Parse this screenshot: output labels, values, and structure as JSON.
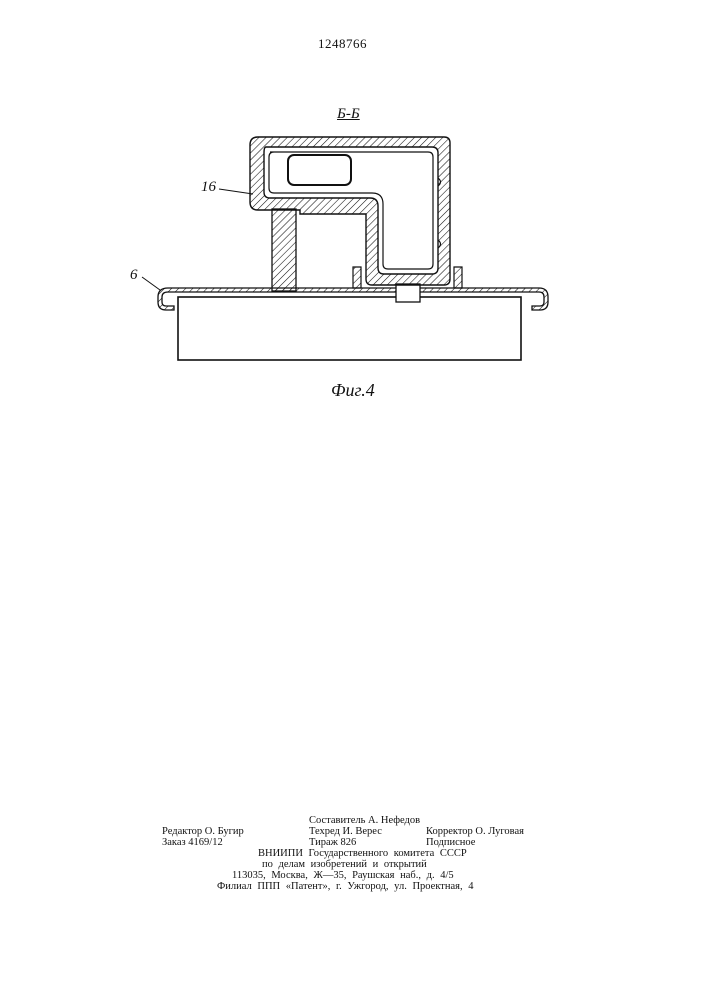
{
  "header": {
    "patent_number": "1248766"
  },
  "figure": {
    "section_label": "Б-Б",
    "callouts": [
      "16",
      "6"
    ],
    "caption": "Фиг.4"
  },
  "imprint": {
    "compiler": "Составитель А. Нефедов",
    "editor": "Редактор О. Бугир",
    "techred": "Техред И. Верес",
    "corrector": "Корректор О. Луговая",
    "order": "Заказ 4169/12",
    "circulation": "Тираж 826",
    "subscription": "Подписное",
    "institute": "ВНИИПИ Государственного комитета СССР",
    "institute_sub": "по делам изобретений и открытий",
    "address": "113035, Москва, Ж—35, Раушская наб., д. 4/5",
    "branch": "Филиал ППП «Патент», г. Ужгород, ул. Проектная, 4"
  },
  "colors": {
    "ink": "#111111",
    "paper": "#ffffff"
  }
}
